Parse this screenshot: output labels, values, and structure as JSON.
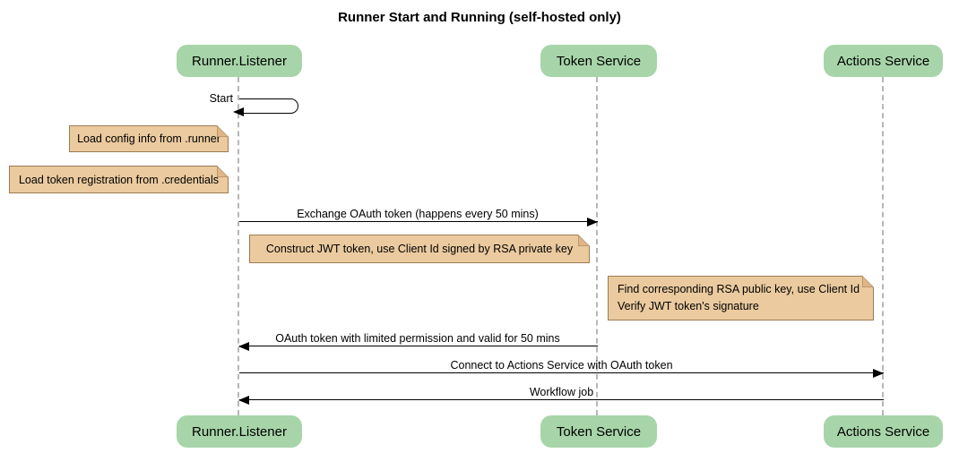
{
  "title": "Runner Start and Running (self-hosted only)",
  "participants": [
    {
      "name": "Runner.Listener"
    },
    {
      "name": "Token Service"
    },
    {
      "name": "Actions Service"
    }
  ],
  "messages": [
    {
      "label": "Start",
      "from": "Runner.Listener",
      "to": "Runner.Listener",
      "kind": "self"
    },
    {
      "label": "Exchange OAuth token (happens every 50 mins)",
      "from": "Runner.Listener",
      "to": "Token Service",
      "kind": "solid-arrow"
    },
    {
      "label": "OAuth token with limited permission and valid for 50 mins",
      "from": "Token Service",
      "to": "Runner.Listener",
      "kind": "solid-arrow"
    },
    {
      "label": "Connect to Actions Service with OAuth token",
      "from": "Runner.Listener",
      "to": "Actions Service",
      "kind": "solid-arrow"
    },
    {
      "label": "Workflow job",
      "from": "Actions Service",
      "to": "Runner.Listener",
      "kind": "solid-arrow"
    }
  ],
  "notes": [
    {
      "text": "Load config info from .runner",
      "placement": "left of Runner.Listener"
    },
    {
      "text": "Load token registration from .credentials",
      "placement": "left of Runner.Listener"
    },
    {
      "text": "Construct JWT token, use Client Id signed by RSA private key",
      "placement": "over Runner.Listener and Token Service"
    },
    {
      "lines": [
        "Find corresponding RSA public key, use Client Id",
        "Verify JWT token's signature"
      ],
      "placement": "left of Actions Service"
    }
  ],
  "colors": {
    "participant_fill": "#A7D5A9",
    "note_fill": "#EBCA9F",
    "note_border": "#9B7C51",
    "lifeline": "#B7B7B7",
    "arrow": "#000000",
    "background": "#FFFFFF"
  }
}
